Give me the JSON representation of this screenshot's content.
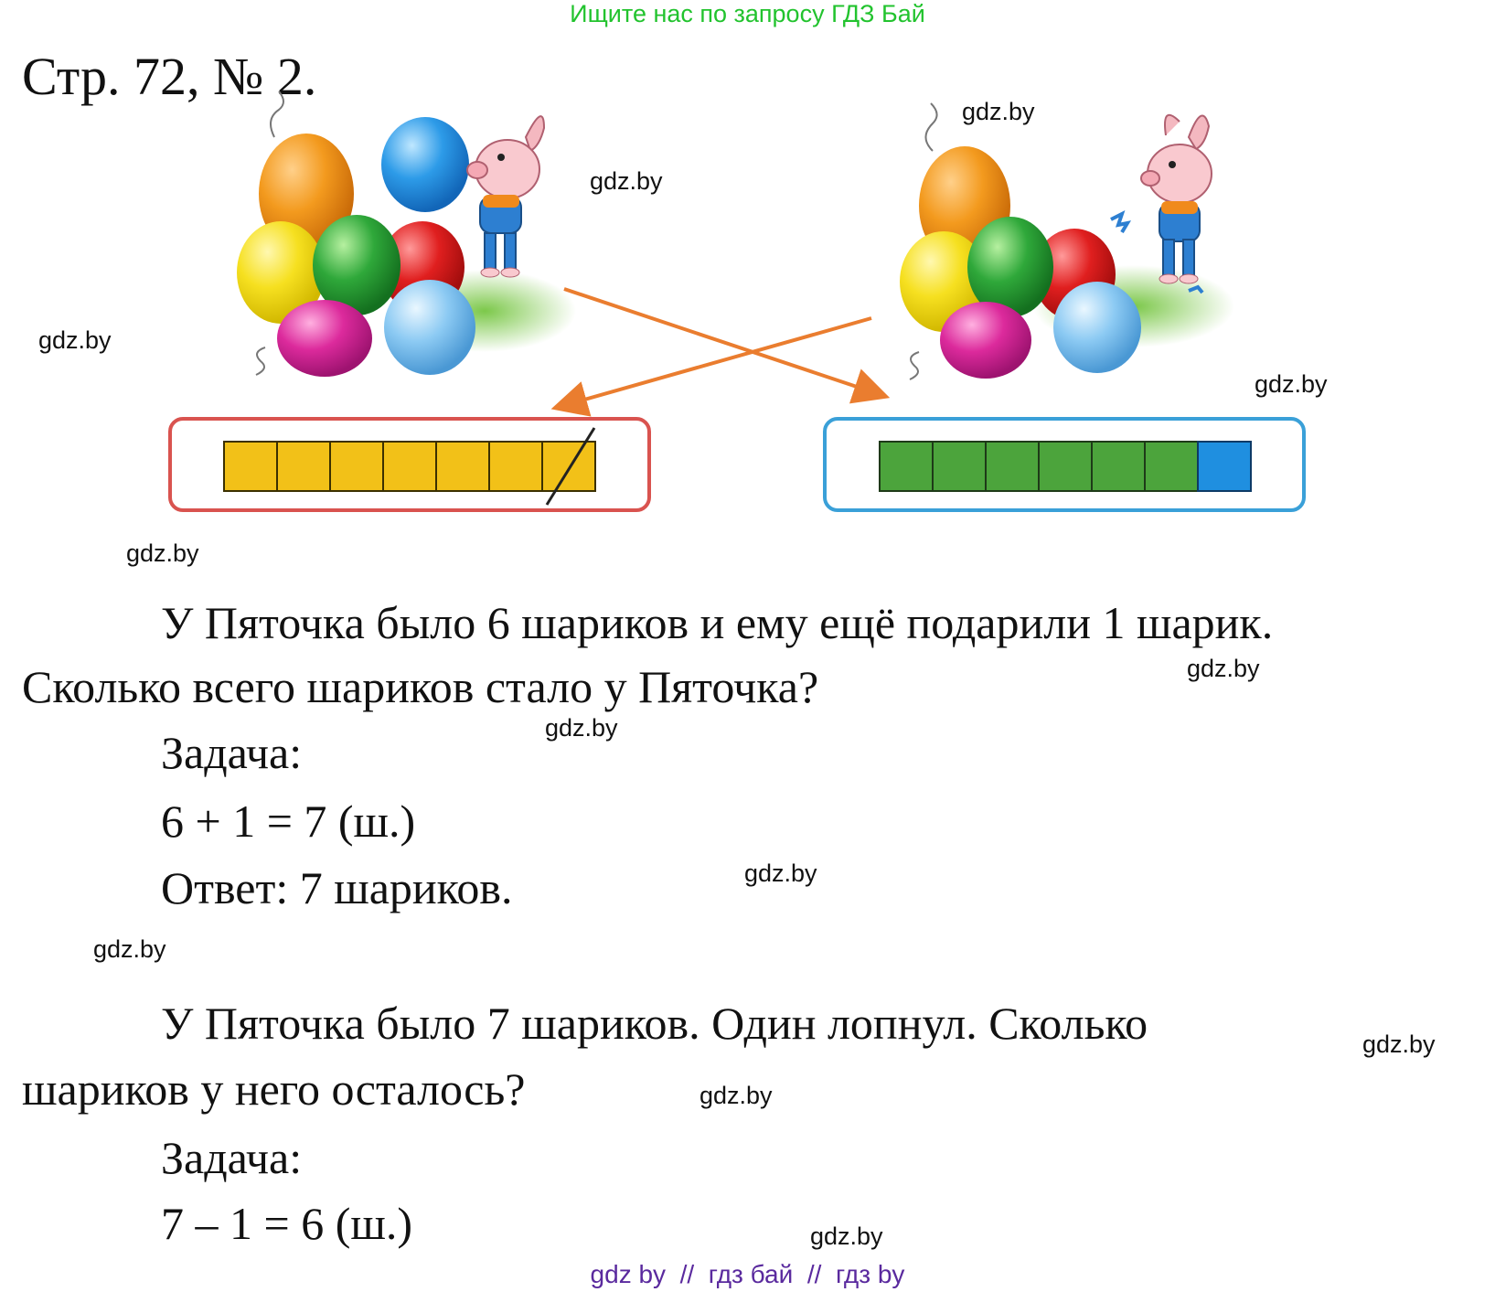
{
  "banner": "Ищите нас по запросу ГДЗ Бай",
  "title": "Стр. 72, № 2.",
  "watermark": "gdz.by",
  "problem1": {
    "line1": "У Пяточка было 6 шариков и ему ещё подарили 1 шарик.",
    "line2": "Сколько всего шариков стало у Пяточка?",
    "task_label": "Задача:",
    "equation": "6 + 1 = 7 (ш.)",
    "answer": "Ответ: 7 шариков."
  },
  "problem2": {
    "line1": "У Пяточка было 7 шариков. Один лопнул. Сколько",
    "line2": "шариков у него осталось?",
    "task_label": "Задача:",
    "equation": "7 – 1 = 6 (ш.)"
  },
  "footer": {
    "part1": "gdz by",
    "sep1": "  //  ",
    "part2": "гдз бай",
    "sep2": "  //  ",
    "part3": "гдз by"
  },
  "colors": {
    "banner": "#22c32e",
    "left_frame": "#d9534f",
    "right_frame": "#3aa0d8",
    "yellow_cell": "#f2c118",
    "green_cell": "#4ca43c",
    "blue_cell": "#1f8fe0",
    "arrow": "#ea7d2f",
    "footer": "#5a2a9e"
  },
  "bars": {
    "left": {
      "cells": 7,
      "crossed_out": 1
    },
    "right": {
      "green_cells": 6,
      "blue_cells": 1
    }
  }
}
